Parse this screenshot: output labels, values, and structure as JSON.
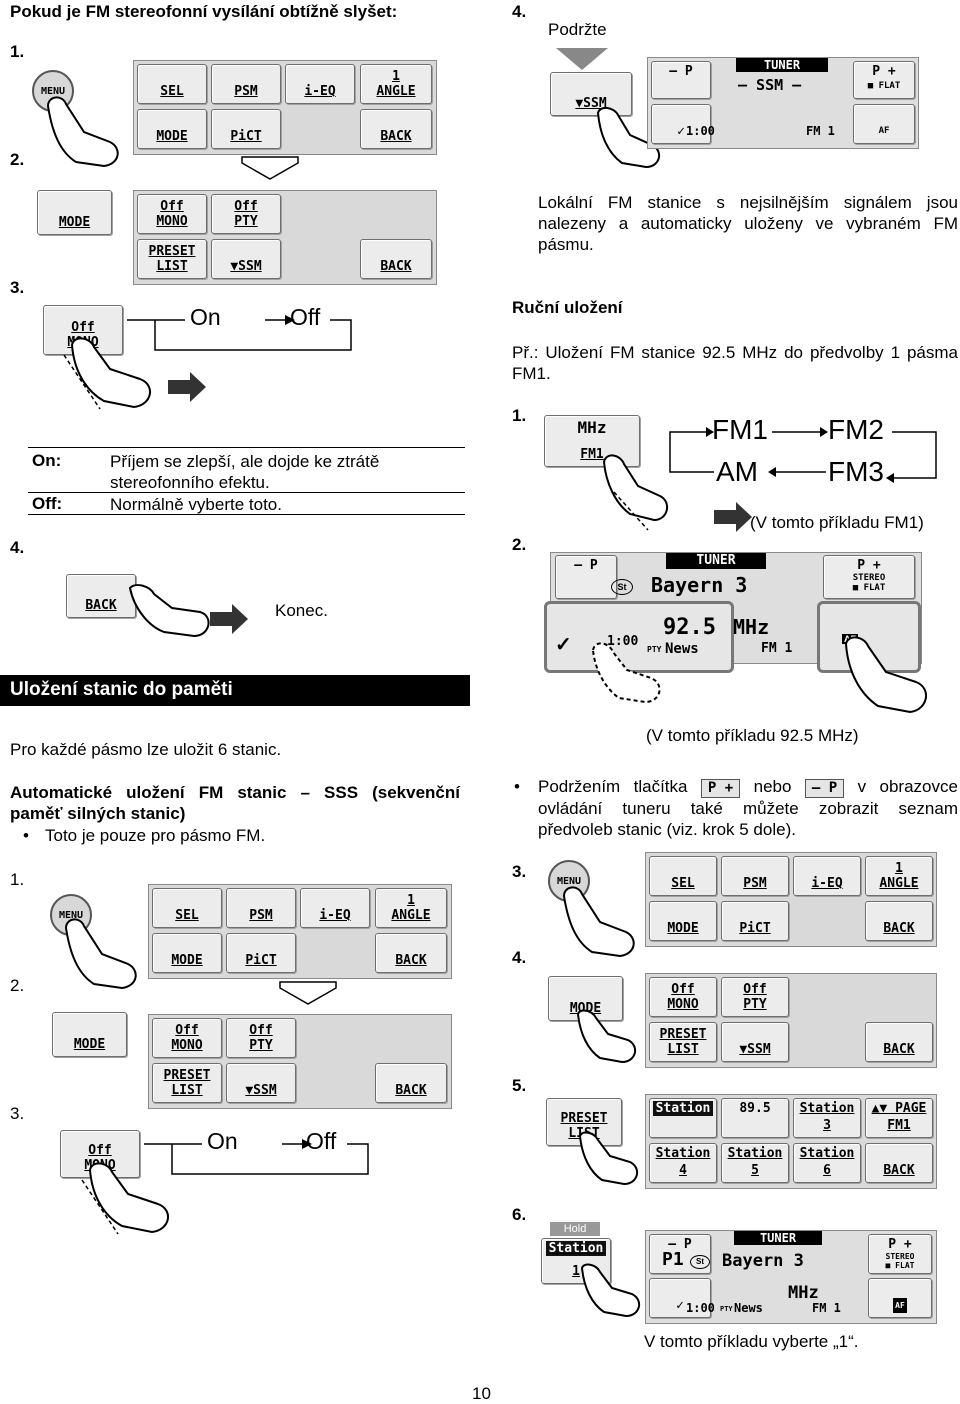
{
  "left": {
    "heading": "Pokud je FM stereofonní vysílání obtížně slyšet:",
    "steps": [
      "1.",
      "2.",
      "3.",
      "4."
    ],
    "panel1": {
      "sel": "SEL",
      "psm": "PSM",
      "ieq": "i-EQ",
      "angle_top": "1",
      "angle": "ANGLE",
      "mode": "MODE",
      "pict": "PiCT",
      "back": "BACK",
      "menu": "MENU"
    },
    "panel2": {
      "mode": "MODE",
      "mono_top": "Off",
      "mono": "MONO",
      "pty_top": "Off",
      "pty": "PTY",
      "preset": "PRESET",
      "list": "LIST",
      "ssm": "▼SSM",
      "back": "BACK"
    },
    "step3": {
      "btn_top": "Off",
      "btn": "MONO",
      "on": "On",
      "off": "Off"
    },
    "table": {
      "on_label": "On:",
      "on_text_1": "Příjem se zlepší, ale dojde ke ztrátě",
      "on_text_2": "stereofonního efektu.",
      "off_label": "Off:",
      "off_text": "Normálně vyberte toto."
    },
    "step4": {
      "back": "BACK",
      "end": "Konec."
    },
    "section_title": "Uložení stanic do paměti",
    "intro": "Pro každé pásmo lze uložit 6 stanic.",
    "auto_title": "Automatické uložení FM stanic – SSS (sekvenční paměť silných stanic)",
    "auto_bullet": "Toto je pouze pro pásmo FM.",
    "steps_b": [
      "1.",
      "2.",
      "3."
    ]
  },
  "right": {
    "step4_num": "4.",
    "hold": "Podržte",
    "ssm_btn": "▼SSM",
    "tuner1": {
      "minus_p": "– P",
      "title": "TUNER",
      "ssm": "– SSM –",
      "plus_p": "P +",
      "flat": "■ FLAT",
      "time": "1:00",
      "band": "FM 1",
      "af": "AF"
    },
    "local_text": "Lokální FM stanice s nejsilnějším signálem jsou nalezeny a automaticky uloženy ve vybraném FM pásmu.",
    "manual_title": "Ruční uložení",
    "manual_example": "Př.: Uložení FM stanice 92.5 MHz do předvolby 1 pásma FM1.",
    "steps": [
      "1.",
      "2."
    ],
    "mhz_btn": "MHz",
    "mhz_band": "FM1",
    "cycle": {
      "fm1": "FM1",
      "fm2": "FM2",
      "am": "AM",
      "fm3": "FM3"
    },
    "example_fm1": "(V tomto příkladu FM1)",
    "tuner2": {
      "minus_p": "– P",
      "title": "TUNER",
      "st": "St",
      "station": "Bayern 3",
      "plus_p": "P +",
      "stereo": "STEREO",
      "flat": "■ FLAT",
      "freq": "92.5",
      "mhz": "MHz",
      "time": "1:00",
      "pty": "PTY",
      "news": "News",
      "band": "FM 1",
      "af": "AF"
    },
    "example_freq": "(V tomto příkladu 92.5 MHz)",
    "bullet_text_a": "Podržením tlačítka",
    "bullet_pplus": "P +",
    "bullet_nebo": "nebo",
    "bullet_pminus": "– P",
    "bullet_text_b": "v obrazovce ovládání tuneru také můžete zobrazit seznam předvoleb stanic (viz. krok 5 dole).",
    "steps_b": [
      "3.",
      "4.",
      "5.",
      "6."
    ],
    "panel5": {
      "s1_top": "Station",
      "s1_freq": "89.5",
      "s2_top": "Station",
      "s2": "3",
      "page": "▲▼ PAGE",
      "fm1": "FM1",
      "s4_top": "Station",
      "s4": "4",
      "s5_top": "Station",
      "s5": "5",
      "s6_top": "Station",
      "s6": "6",
      "back": "BACK",
      "preset": "PRESET",
      "list": "LIST"
    },
    "hold_small": "Hold",
    "station1_top": "Station",
    "station1": "1",
    "tuner3": {
      "minus_p": "– P",
      "title": "TUNER",
      "p1": "P1",
      "st": "St",
      "station": "Bayern 3",
      "plus_p": "P +",
      "stereo": "STEREO",
      "flat": "■ FLAT",
      "time": "1:00",
      "pty": "PTY",
      "news": "News",
      "mhz": "MHz",
      "band": "FM 1",
      "af": "AF"
    },
    "final": "V tomto příkladu vyberte „1“."
  },
  "page_number": "10"
}
